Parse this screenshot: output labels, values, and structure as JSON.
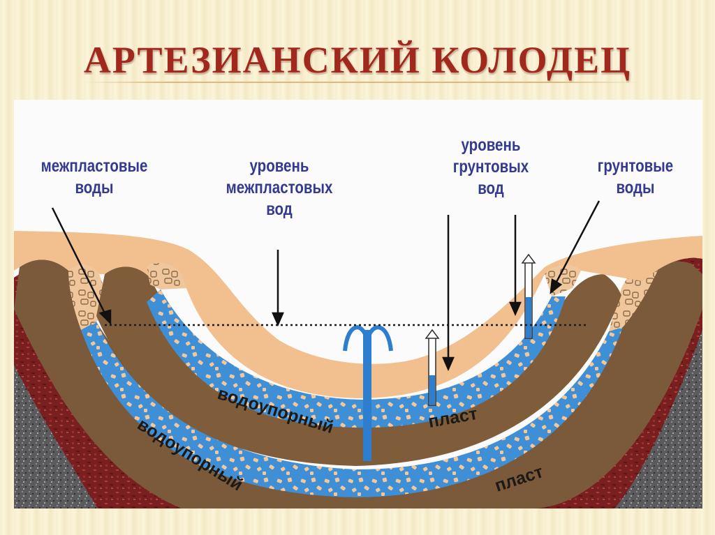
{
  "title": "АРТЕЗИАНСКИЙ КОЛОДЕЦ",
  "labels": {
    "interlayer_waters": [
      "межпластовые",
      "воды"
    ],
    "interlayer_water_level": [
      "уровень",
      "межпластовых",
      "вод"
    ],
    "groundwater_level": [
      "уровень",
      "грунтовых",
      "вод"
    ],
    "groundwater": [
      "грунтовые",
      "воды"
    ]
  },
  "layers": {
    "upper_impermeable": [
      "водоупорный",
      "пласт"
    ],
    "lower_impermeable": [
      "водоупорный",
      "пласт"
    ]
  },
  "colors": {
    "title": "#a0281c",
    "label_text": "#333a8f",
    "water": "#3f8fd6",
    "soil_top": "#f2c08e",
    "impermeable_layer": "#7a5a38",
    "bedrock": "#7a1e1e"
  }
}
